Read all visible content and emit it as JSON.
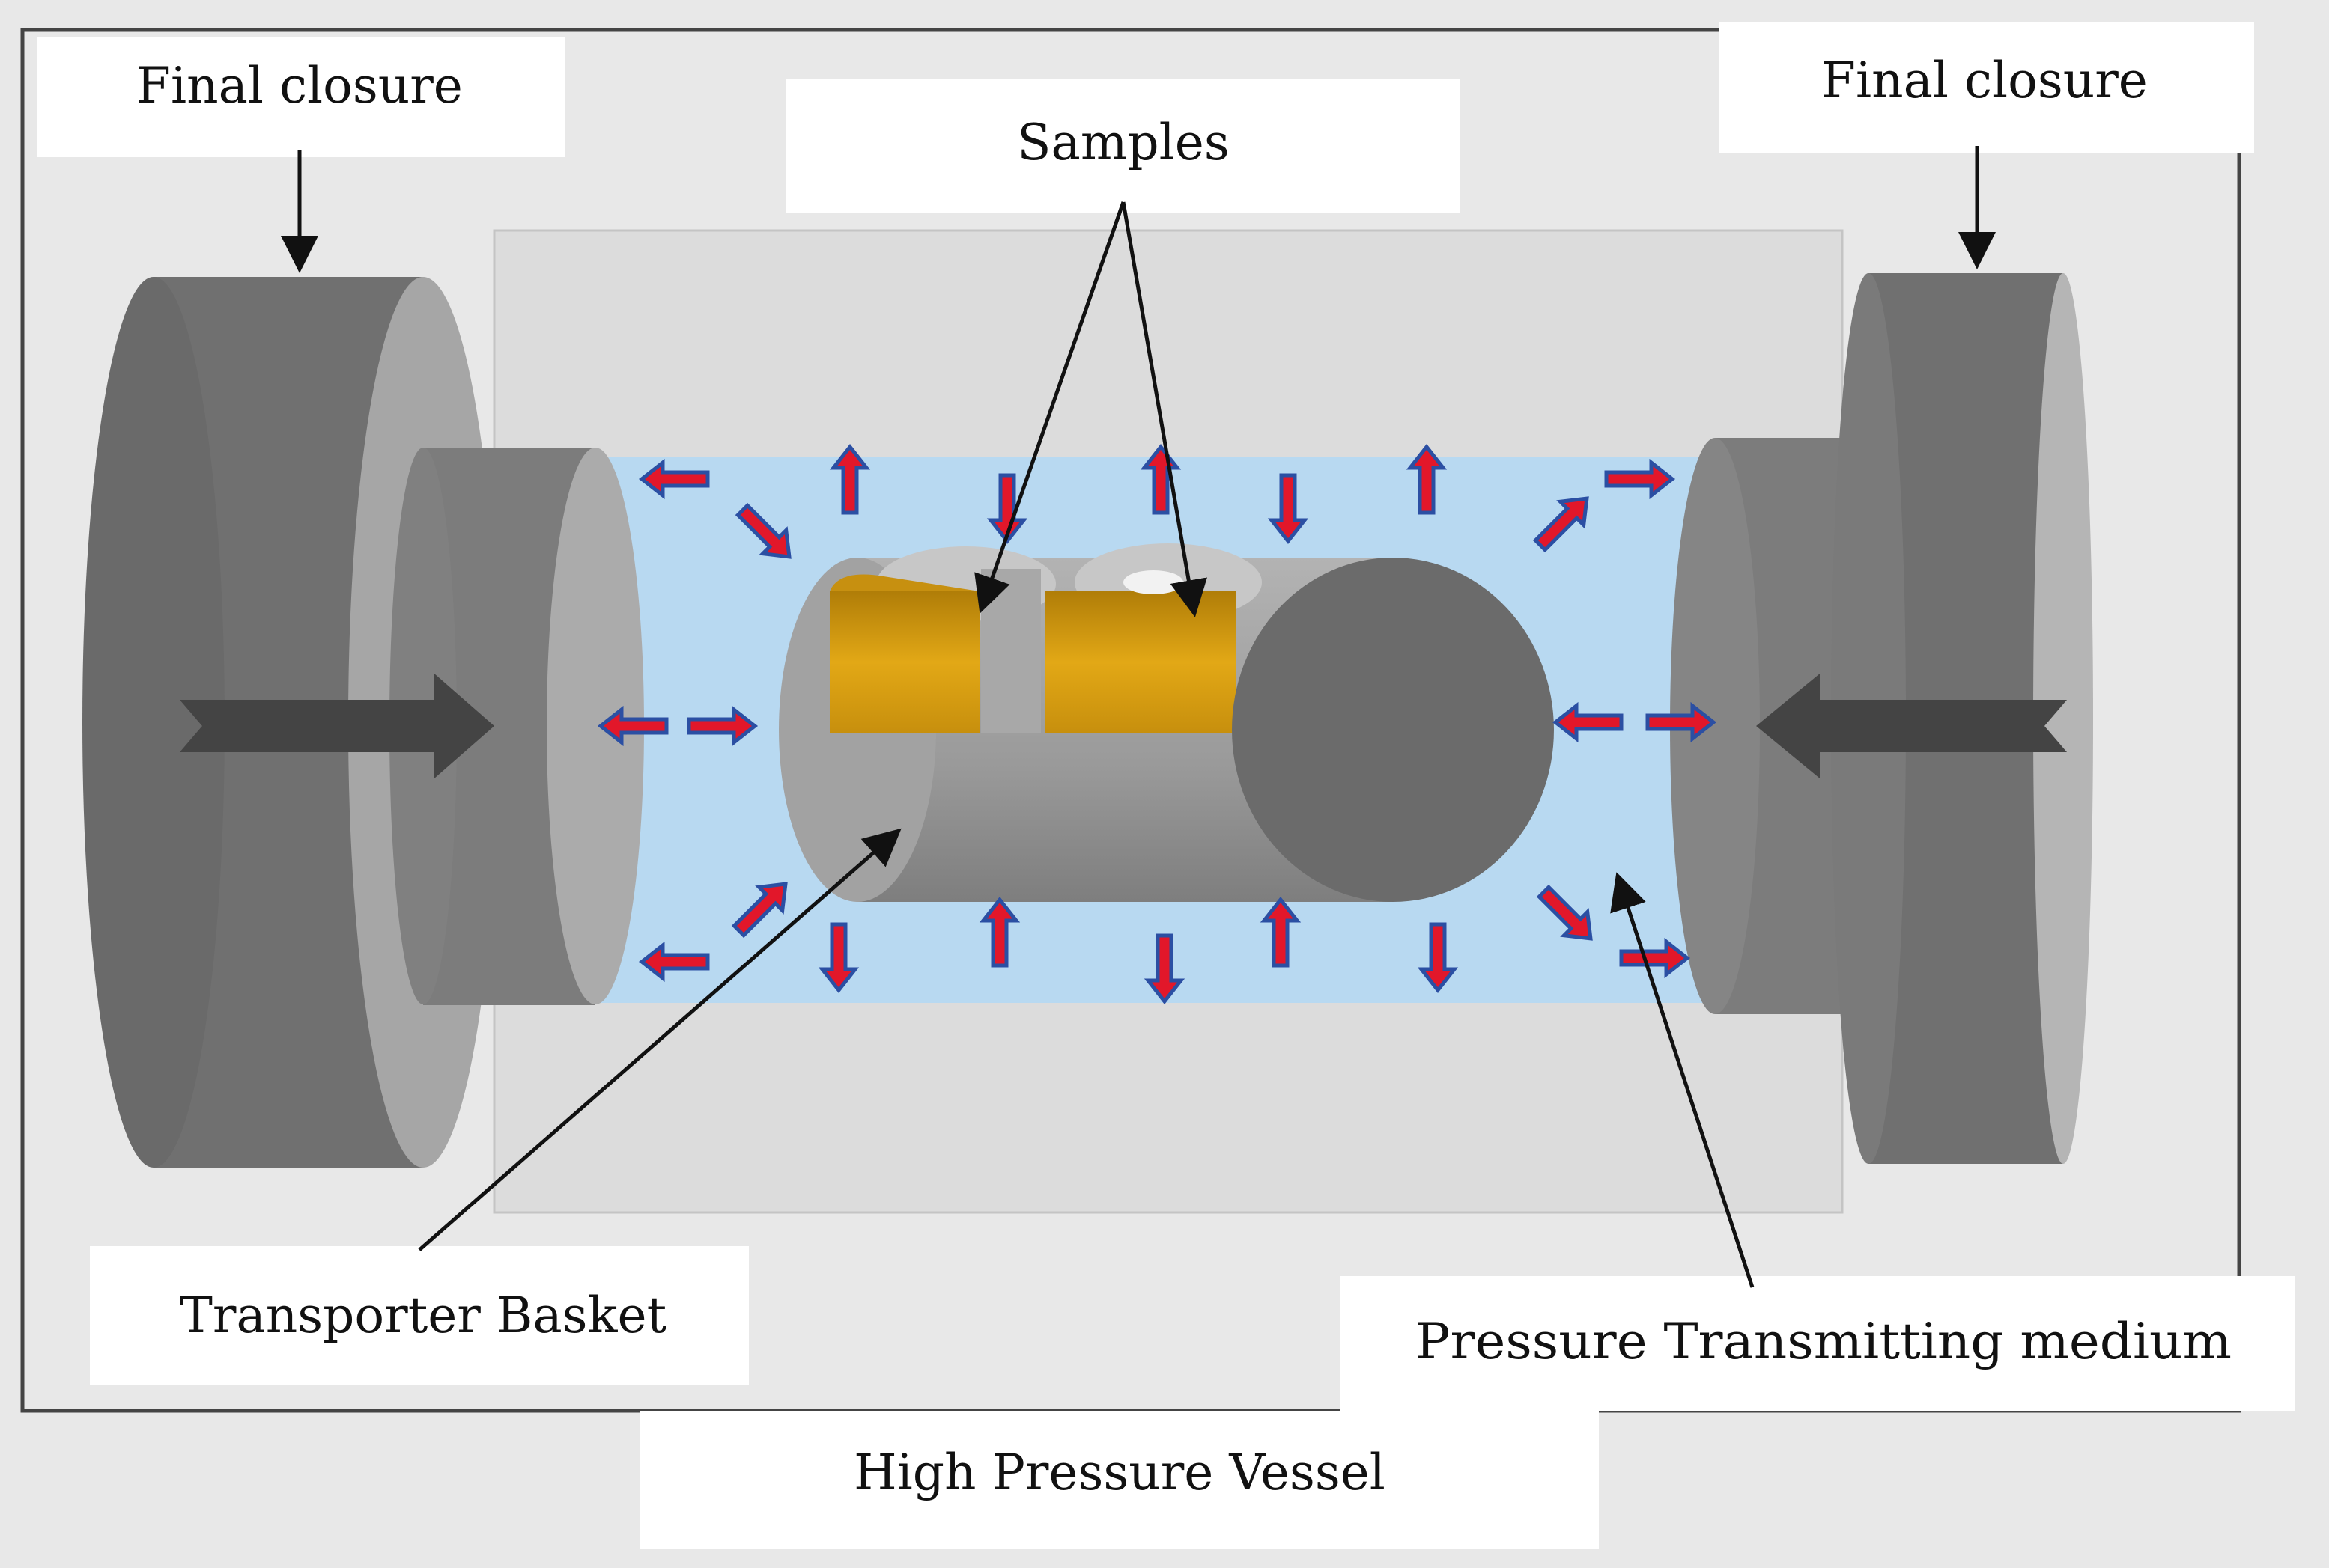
{
  "labels": {
    "final_closure_left": "Final closure",
    "final_closure_right": "Final closure",
    "samples": "Samples",
    "transporter_basket": "Transporter Basket",
    "pressure_medium": "Pressure Transmitting medium",
    "vessel": "High Pressure Vessel"
  },
  "colors": {
    "background": "#e8e8e8",
    "vessel_body": "#dcdcdc",
    "medium": "#b8d9f1",
    "closure_dark": "#777777",
    "closure_light": "#a6a6a6",
    "basket": "#9a9a9a",
    "basket_end": "#6b6b6b",
    "sample": "#d39a12",
    "pressure_arrow": "#e2172a",
    "pressure_arrow_outline": "#2b4fa3",
    "label_box": "#ffffff",
    "text": "#111111"
  }
}
